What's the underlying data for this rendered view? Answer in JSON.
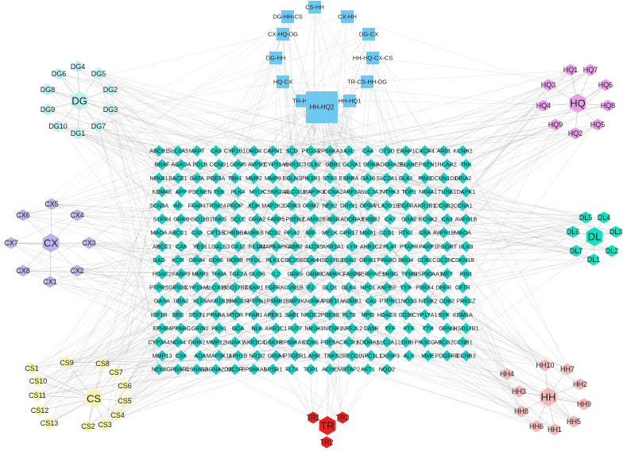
{
  "colors": {
    "background": "#ffffff",
    "edge": "#9e9e9e",
    "target": "#1ccfc2",
    "formula": "#6fc8f0",
    "dg": "#bfeef0",
    "hq": "#e79ee6",
    "cx": "#b8b6ea",
    "dl": "#14e0c0",
    "cs": "#f7f4b0",
    "hh": "#f4b8b8",
    "tr": "#ee1f1f"
  },
  "targets": [
    "ABCB1",
    "SLC6A5",
    "MAPT",
    "CA9",
    "CYP1B1",
    "DRD4",
    "CAPN1",
    "SCD",
    "PTGS1",
    "RPS6KA3",
    "AXL",
    "CA4",
    "CTSD",
    "ERAP1",
    "CXCR4",
    "AR01",
    "KCNH2",
    "BRAF",
    "AGADA",
    "PDLB",
    "CCND1",
    "GRM5",
    "AVPR2",
    "CYP51A1",
    "AKR1C3",
    "CLK2",
    "GBR1",
    "GLRA1",
    "GRK5",
    "ADORA2A",
    "ELANE",
    "PSEN1",
    "HCAR2",
    "TNK",
    "NFKB1",
    "BACE1",
    "GATA",
    "PDE3A",
    "TBK1",
    "MMP2",
    "MMP9",
    "EGLN1",
    "PIK3R1",
    "STK3",
    "ESRRA",
    "GA18",
    "SLC2A1",
    "GLK1",
    "PIM1",
    "DCUN1D1",
    "GRIA2",
    "KDM4E",
    "APP",
    "PSENEN",
    "TEK",
    "PLK4",
    "MYLK",
    "CSNK2A1",
    "ALOX12",
    "MAP3K8",
    "CCNA2",
    "ARF1A",
    "SLC7A7",
    "NTRK3",
    "TOP1",
    "NR4A1",
    "TUBB1",
    "DAPK1",
    "SCN3A",
    "AR",
    "FFAR4",
    "TRIM24",
    "PROP",
    "XDH",
    "MAP2K2",
    "GRIK3",
    "GRM7",
    "NEK2",
    "GRIN1",
    "OPRA",
    "PLA2G1B",
    "EGFR",
    "AKR1B1",
    "CCNB2",
    "CCNA1",
    "S1PR4",
    "GRK6",
    "HSD11B1",
    "TNKS",
    "SQLE",
    "GRIA2",
    "FABP5",
    "PSEN2",
    "CAMK2B",
    "INSR",
    "ADORA3",
    "ERBB2",
    "CA7",
    "GBA2",
    "KCNK2",
    "CA3",
    "AVPR1B",
    "MAOA",
    "ABCC1",
    "CA8",
    "CPT1B",
    "CHRNB4",
    "AURKB",
    "NOS2",
    "PPIA2",
    "MIF",
    "MELK",
    "GPR17",
    "MMP1",
    "CDS1",
    "PTK2",
    "GBA",
    "AVPR1B",
    "MAOA",
    "ABCC1",
    "CA8",
    "YES1",
    "LGALS3",
    "CA12",
    "F13A1",
    "MAPKAPK2",
    "ABR2",
    "ALOX5",
    "AKR1A1",
    "LYN",
    "AKR1C2",
    "PLAT",
    "PTAFR",
    "PARP1",
    "FGGRT",
    "ULK3",
    "GAD",
    "KOR",
    "GRM4",
    "CD66",
    "RORB",
    "PYGL",
    "PLK1",
    "CDC25B",
    "CDK4",
    "HSD17B2",
    "ESR2",
    "GRIK1",
    "PPARD",
    "BRD4",
    "CD81",
    "CDC25C",
    "CDKN1B",
    "HDAC2",
    "FABP3",
    "MMP3",
    "THRA",
    "TGF2A",
    "GUSB",
    "IL2",
    "GRK5",
    "GRM8",
    "CAMKK2",
    "FABP4",
    "SERPINE1",
    "SHBG",
    "TYMS",
    "HSP90AA1",
    "MET",
    "PIN1",
    "PTPRS",
    "GPR35",
    "CYP19A1",
    "ALOX15",
    "HSD17B3",
    "CSAR1",
    "EGFR",
    "ACVR1B",
    "F2",
    "GLO1",
    "GLK4",
    "NPC1",
    "ANPEP",
    "TYR",
    "P2RX4",
    "DHFR",
    "CFTR",
    "GASA",
    "UBA2",
    "KLF5",
    "AKR1B10",
    "HMGCR",
    "PTPN1",
    "PSMB1",
    "BMP2K",
    "AURKA",
    "PDE11A",
    "ADRB1",
    "CA2",
    "PTPN11",
    "NOS3",
    "NTRK2",
    "CDK2",
    "PRKCZ",
    "IGF1R",
    "SRC",
    "STAT1",
    "PPARA",
    "MTOR",
    "FFAR1",
    "APEX1",
    "SAE1",
    "NROC2",
    "PDE3B",
    "FLT3",
    "MPO",
    "HDAC8",
    "CD38",
    "CYP17A1",
    "SYK",
    "KDM1A",
    "EPHB4",
    "PPARG",
    "GRIN1",
    "PKN1",
    "GOA",
    "NLK",
    "AKR1C1",
    "FUT7",
    "NR1H3",
    "NTSR1",
    "NFE2L2",
    "CA5B",
    "TFF",
    "PTK",
    "TTR",
    "GRM3",
    "HSD17B1",
    "CYP3A4",
    "NOX4",
    "GRIK2",
    "MMP12",
    "NUAK1",
    "AKR1C4",
    "GSK3B",
    "RPS6KA6",
    "CDK6",
    "PDE5A",
    "CXCR1",
    "ADORA1",
    "SLC1A1",
    "LDHB",
    "PIK3CG",
    "ABCG2",
    "CCNB1",
    "MMP13",
    "CSK",
    "ADA",
    "MAP3K11",
    "APH1B",
    "NR1I2",
    "GRIA4",
    "PTGER1",
    "AHR",
    "TNKS2",
    "RECQL",
    "NPC1L1",
    "DUSP3",
    "ALK",
    "MME",
    "PDGFRB",
    "CCNB3",
    "NEK6",
    "GPBAR1",
    "CSNK1D",
    "GAGNA2D1",
    "MC5R",
    "RPS6KA1",
    "NPSR1",
    "FLT4",
    "TOP1",
    "ACHE",
    "MBTAP2",
    "AKT1",
    "NQO2"
  ],
  "formulas": {
    "hub": "HH-HQ2",
    "items": [
      "CS-HH",
      "DG-HH-CS",
      "CX-HH",
      "CX-HQ-DG",
      "DG-CX",
      "DG-HH",
      "HH-HQ-CX-CS",
      "HQ-CX",
      "TR-CS-HH-DG",
      "TR-HQ",
      "HH-HQ1"
    ]
  },
  "herbs": [
    {
      "id": "DG",
      "label": "DG",
      "color": "dg",
      "satellites": [
        "DG4",
        "DG5",
        "DG6",
        "DG2",
        "DG8",
        "DG3",
        "DG9",
        "DG10",
        "DG7",
        "DG1"
      ]
    },
    {
      "id": "HQ",
      "label": "HQ",
      "color": "hq",
      "satellites": [
        "HQ1",
        "HQ7",
        "HQ3",
        "HQ6",
        "HQ4",
        "HQ8",
        "HQ9",
        "HQ5",
        "HQ2"
      ]
    },
    {
      "id": "CX",
      "label": "CX",
      "color": "cx",
      "satellites": [
        "CX5",
        "CX6",
        "CX4",
        "CX7",
        "CX3",
        "CX8",
        "CX2",
        "CX1"
      ]
    },
    {
      "id": "DL",
      "label": "DL",
      "color": "dl",
      "satellites": [
        "DL5",
        "DL4",
        "DL6",
        "DL3",
        "DL7",
        "DL2",
        "DL1"
      ]
    },
    {
      "id": "CS",
      "label": "CS",
      "color": "cs",
      "satellites": [
        "CS9",
        "CS8",
        "CS1",
        "CS7",
        "CS10",
        "CS6",
        "CS11",
        "CS5",
        "CS12",
        "CS4",
        "CS13",
        "CS2",
        "CS3"
      ]
    },
    {
      "id": "HH",
      "label": "HH",
      "color": "hh",
      "satellites": [
        "HH10",
        "HH7",
        "HH4",
        "HH2",
        "HH3",
        "HH9",
        "HH8",
        "HH5",
        "HH6",
        "HH1"
      ]
    },
    {
      "id": "TR",
      "label": "TR",
      "color": "tr",
      "satellites": [
        "TR1",
        "TR3",
        "TR2"
      ]
    }
  ]
}
